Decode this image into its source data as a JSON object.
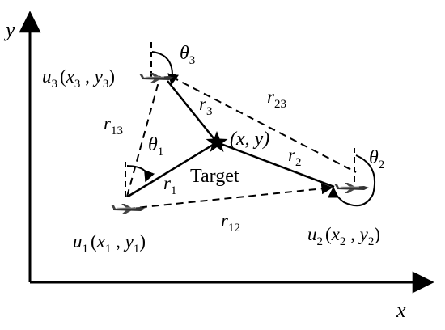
{
  "axes": {
    "x_label": "x",
    "y_label": "y"
  },
  "labels": {
    "target": "Target",
    "target_coord": "(x, y)",
    "u1": {
      "name": "u",
      "sub": "1",
      "coord_open": "(",
      "x": "x",
      "xsub": "1",
      "sep": " , ",
      "y": "y",
      "ysub": "1",
      "coord_close": ")"
    },
    "u2": {
      "name": "u",
      "sub": "2",
      "coord_open": "(",
      "x": "x",
      "xsub": "2",
      "sep": " , ",
      "y": "y",
      "ysub": "2",
      "coord_close": ")"
    },
    "u3": {
      "name": "u",
      "sub": "3",
      "coord_open": "(",
      "x": "x",
      "xsub": "3",
      "sep": " , ",
      "y": "y",
      "ysub": "3",
      "coord_close": ")"
    },
    "r1": {
      "name": "r",
      "sub": "1"
    },
    "r2": {
      "name": "r",
      "sub": "2"
    },
    "r3": {
      "name": "r",
      "sub": "3"
    },
    "r12": {
      "name": "r",
      "sub": "12"
    },
    "r13": {
      "name": "r",
      "sub": "13"
    },
    "r23": {
      "name": "r",
      "sub": "23"
    },
    "theta1": {
      "name": "θ",
      "sub": "1"
    },
    "theta2": {
      "name": "θ",
      "sub": "2"
    },
    "theta3": {
      "name": "θ",
      "sub": "3"
    }
  },
  "colors": {
    "line": "#000000",
    "background": "#ffffff"
  },
  "icons": [
    "aircraft-icon",
    "target-star-icon"
  ]
}
